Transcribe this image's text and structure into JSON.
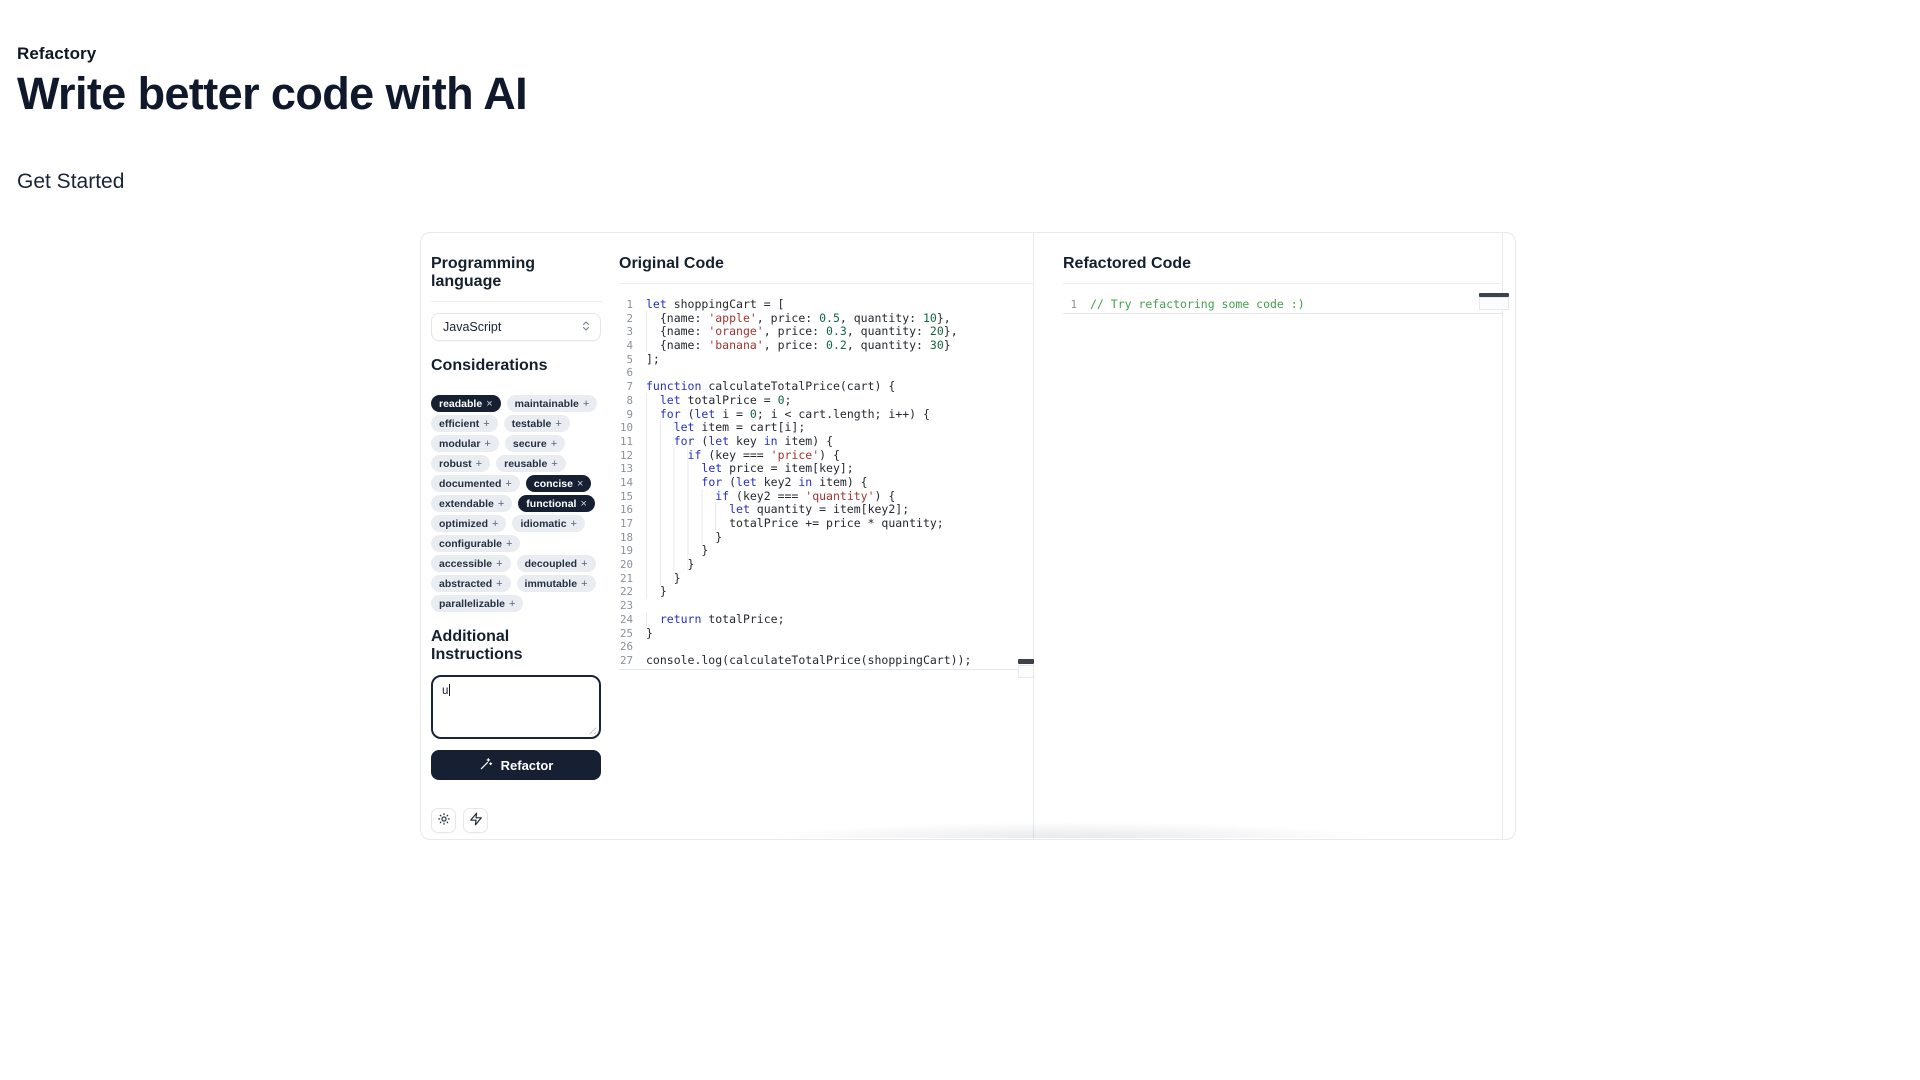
{
  "brand": "Refactory",
  "hero_title": "Write better code with AI",
  "nav": {
    "get_started": "Get Started"
  },
  "panel": {
    "language": {
      "label": "Programming language",
      "selected": "JavaScript"
    },
    "considerations": {
      "label": "Considerations",
      "add_symbol": "+",
      "remove_symbol": "×",
      "tags": [
        {
          "label": "readable",
          "selected": true
        },
        {
          "label": "maintainable",
          "selected": false
        },
        {
          "label": "efficient",
          "selected": false
        },
        {
          "label": "testable",
          "selected": false
        },
        {
          "label": "modular",
          "selected": false
        },
        {
          "label": "secure",
          "selected": false
        },
        {
          "label": "robust",
          "selected": false
        },
        {
          "label": "reusable",
          "selected": false
        },
        {
          "label": "documented",
          "selected": false
        },
        {
          "label": "concise",
          "selected": true
        },
        {
          "label": "extendable",
          "selected": false
        },
        {
          "label": "functional",
          "selected": true
        },
        {
          "label": "optimized",
          "selected": false
        },
        {
          "label": "idiomatic",
          "selected": false
        },
        {
          "label": "configurable",
          "selected": false
        },
        {
          "label": "accessible",
          "selected": false
        },
        {
          "label": "decoupled",
          "selected": false
        },
        {
          "label": "abstracted",
          "selected": false
        },
        {
          "label": "immutable",
          "selected": false
        },
        {
          "label": "parallelizable",
          "selected": false
        }
      ]
    },
    "instructions": {
      "label": "Additional Instructions",
      "value": "u"
    },
    "refactor_button": "Refactor",
    "icon_buttons": [
      {
        "icon": "sun-icon"
      },
      {
        "icon": "zap-icon"
      }
    ]
  },
  "original_editor": {
    "title": "Original Code",
    "lines": [
      "let shoppingCart = [",
      "  {name: 'apple', price: 0.5, quantity: 10},",
      "  {name: 'orange', price: 0.3, quantity: 20},",
      "  {name: 'banana', price: 0.2, quantity: 30}",
      "];",
      "",
      "function calculateTotalPrice(cart) {",
      "  let totalPrice = 0;",
      "  for (let i = 0; i < cart.length; i++) {",
      "    let item = cart[i];",
      "    for (let key in item) {",
      "      if (key === 'price') {",
      "        let price = item[key];",
      "        for (let key2 in item) {",
      "          if (key2 === 'quantity') {",
      "            let quantity = item[key2];",
      "            totalPrice += price * quantity;",
      "          }",
      "        }",
      "      }",
      "    }",
      "  }",
      "",
      "  return totalPrice;",
      "}",
      "",
      "console.log(calculateTotalPrice(shoppingCart));"
    ]
  },
  "refactored_editor": {
    "title": "Refactored Code",
    "lines": [
      "// Try refactoring some code :)"
    ]
  },
  "colors": {
    "accent_dark": "#162032",
    "tag_bg": "#e9edf2",
    "border": "#e7e9ec",
    "keyword": "#2430c8",
    "string": "#a3342e",
    "number": "#116644",
    "comment": "#43a04e"
  }
}
